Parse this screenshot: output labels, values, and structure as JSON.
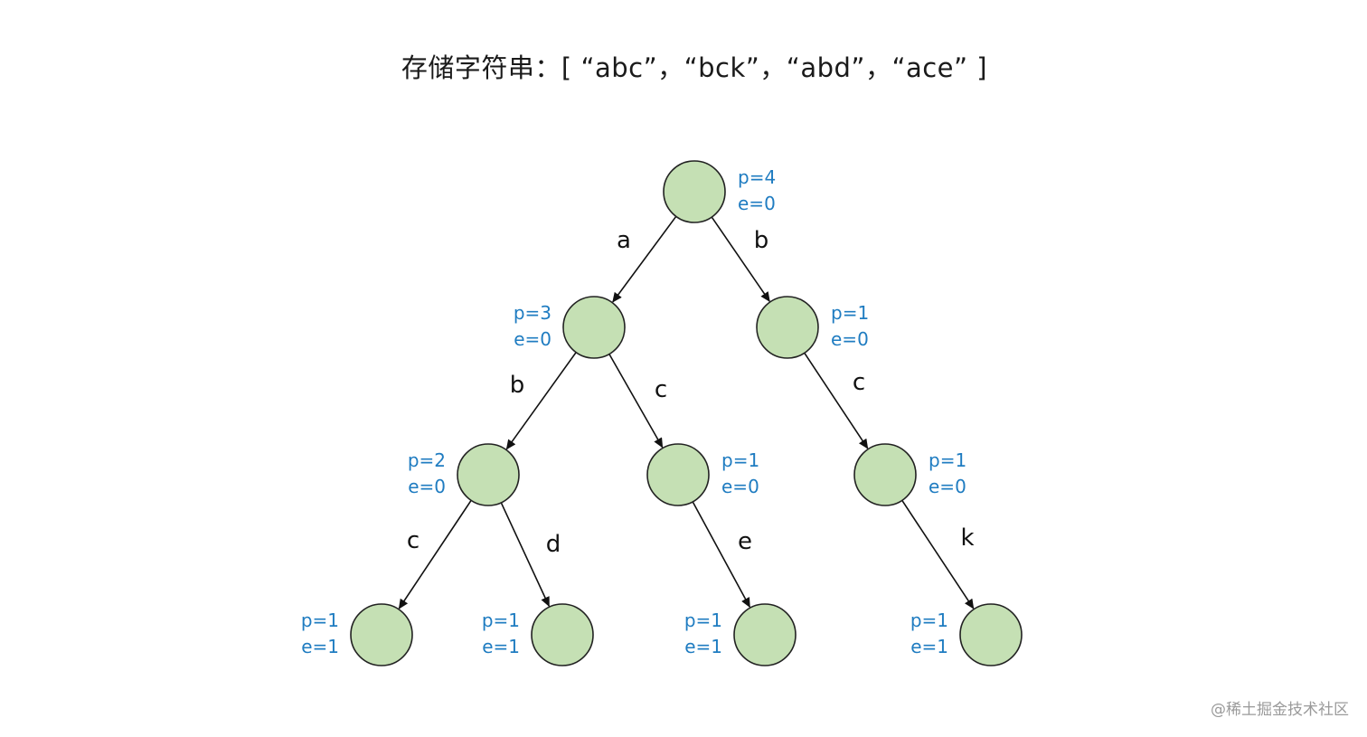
{
  "title": "存储字符串：[ “abc”，“bck”，“abd”，“ace” ]",
  "watermark": "@稀土掘金技术社区",
  "colors": {
    "node_fill": "#c5e0b4",
    "node_stroke": "#222222",
    "edge": "#111111",
    "count_text": "#1f7cc1",
    "edge_label": "#111111"
  },
  "nodes": [
    {
      "id": "root",
      "p": "p=4",
      "e": "e=0"
    },
    {
      "id": "a",
      "p": "p=3",
      "e": "e=0"
    },
    {
      "id": "b",
      "p": "p=1",
      "e": "e=0"
    },
    {
      "id": "ab",
      "p": "p=2",
      "e": "e=0"
    },
    {
      "id": "ac",
      "p": "p=1",
      "e": "e=0"
    },
    {
      "id": "bc",
      "p": "p=1",
      "e": "e=0"
    },
    {
      "id": "abc",
      "p": "p=1",
      "e": "e=1"
    },
    {
      "id": "abd",
      "p": "p=1",
      "e": "e=1"
    },
    {
      "id": "ace",
      "p": "p=1",
      "e": "e=1"
    },
    {
      "id": "bck",
      "p": "p=1",
      "e": "e=1"
    }
  ],
  "edges": [
    {
      "from": "root",
      "to": "a",
      "label": "a"
    },
    {
      "from": "root",
      "to": "b",
      "label": "b"
    },
    {
      "from": "a",
      "to": "ab",
      "label": "b"
    },
    {
      "from": "a",
      "to": "ac",
      "label": "c"
    },
    {
      "from": "b",
      "to": "bc",
      "label": "c"
    },
    {
      "from": "ab",
      "to": "abc",
      "label": "c"
    },
    {
      "from": "ab",
      "to": "abd",
      "label": "d"
    },
    {
      "from": "ac",
      "to": "ace",
      "label": "e"
    },
    {
      "from": "bc",
      "to": "bck",
      "label": "k"
    }
  ]
}
